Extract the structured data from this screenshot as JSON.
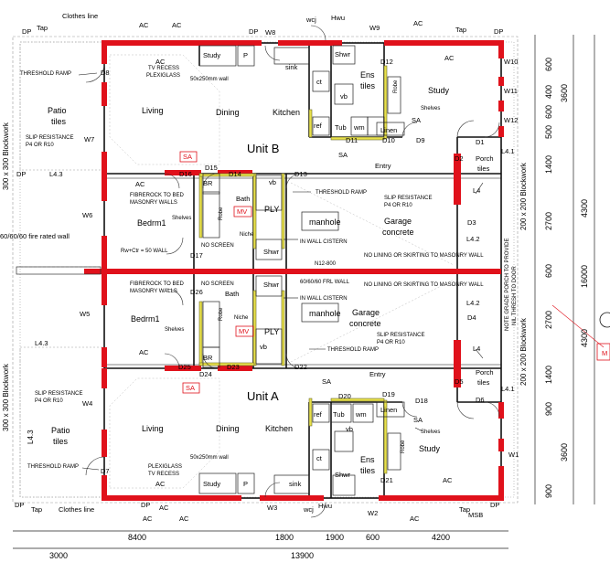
{
  "units": {
    "b": "Unit B",
    "a": "Unit A"
  },
  "labels": {
    "clothes_line_top": "Clothes line",
    "clothes_line_bottom": "Clothes line",
    "tap": "Tap",
    "dp": "DP",
    "ac": "AC",
    "wcj": "wcj",
    "hwu": "Hwu",
    "msb": "MSB",
    "sa": "SA",
    "mv": "MV",
    "l43": "L4.3",
    "l41": "L4.1",
    "l42": "L4.2",
    "l4": "L4",
    "patio_tiles": [
      "Patio",
      "tiles"
    ],
    "threshold_ramp": "THRESHOLD RAMP",
    "slip_resistance": [
      "SLIP RESISTANCE",
      "P4 OR R10"
    ],
    "tv_recess": [
      "TV RECESS",
      "PLEXIGLASS"
    ],
    "wall_50x250": "50x250mm wall",
    "plexiglass_tv": [
      "PLEXIGLASS",
      "TV RECESS"
    ],
    "living": "Living",
    "dining": "Dining",
    "kitchen": "Kitchen",
    "study": "Study",
    "p": "P",
    "sink": "sink",
    "ct": "ct",
    "ref": "ref",
    "vb": "vb",
    "tub": "Tub",
    "wm": "wm",
    "linen": "Linen",
    "ens_tiles": [
      "Ens",
      "tiles"
    ],
    "robe": "Robe",
    "shelves": "Shelves",
    "entry": "Entry",
    "porch_tiles": [
      "Porch",
      "tiles"
    ],
    "shwr": "Shwr",
    "bath": "Bath",
    "br": "BR",
    "ply": "PLY",
    "niche": "Niche",
    "bedrm1": "Bedrm1",
    "manhole": "manhole",
    "garage_concrete": [
      "Garage",
      "concrete"
    ],
    "fibrerock": [
      "FIBREROCK TO BED",
      "MASONRY WALLS"
    ],
    "no_screen": "NO SCREEN",
    "in_wall_cistern": "IN WALL CISTERN",
    "rw_ctr": "Rw+Ctr = 50 WALL",
    "no_lining": "NO LINING OR SKIRTING TO MASONRY WALL",
    "frl_wall": "60/60/60 FRL WALL",
    "n12": "N12-800",
    "fire_rated": "60/60/60 fire rated wall",
    "blockwork_300": "300 x 300 Blockwork",
    "blockwork_200": "200 x 200 Blockwork",
    "note_porch": [
      "NOTE GRADE PORCH TO PROVIDE",
      "NIL THRESH TO DOOR"
    ]
  },
  "doors": [
    "D1",
    "D2",
    "D3",
    "D4",
    "D5",
    "D6",
    "D7",
    "D8",
    "D9",
    "D10",
    "D11",
    "D12",
    "D13",
    "D14",
    "D15",
    "D16",
    "D17",
    "D18",
    "D19",
    "D20",
    "D21",
    "D22",
    "D23",
    "D24",
    "D25",
    "D26"
  ],
  "windows": [
    "W1",
    "W2",
    "W3",
    "W4",
    "W5",
    "W6",
    "W7",
    "W8",
    "W9",
    "W10",
    "W11",
    "W12"
  ],
  "dimensions": {
    "bottom_row1": [
      "8400",
      "1800",
      "1900",
      "600",
      "4200"
    ],
    "bottom_row2": [
      "3000",
      "13900"
    ],
    "right_col1": [
      "3600",
      "600",
      "400",
      "600",
      "500",
      "1400",
      "2700",
      "600",
      "2700",
      "1400",
      "900",
      "3600",
      "900"
    ],
    "right_col2": [
      "4300",
      "16000",
      "4300"
    ]
  },
  "marker": "M"
}
